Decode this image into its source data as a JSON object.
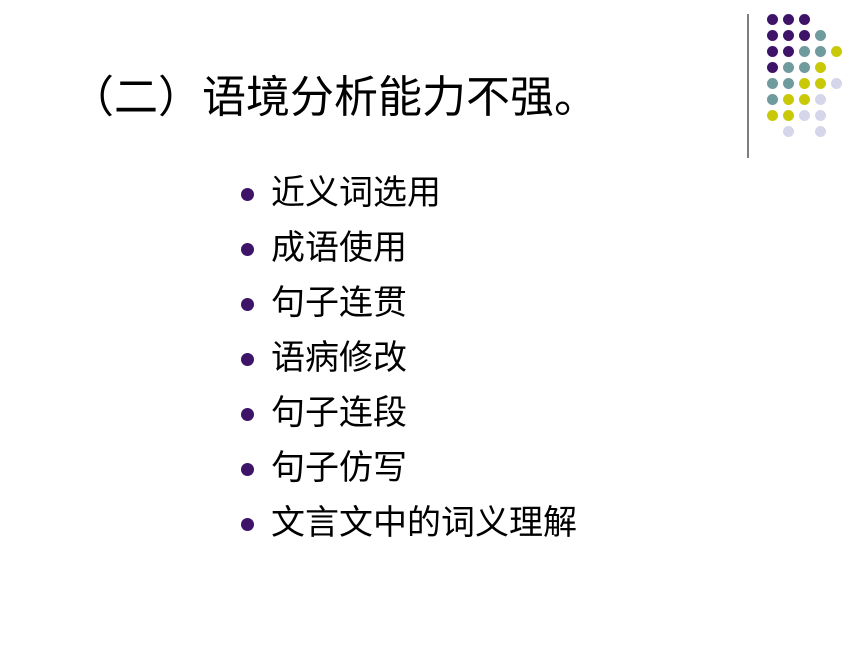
{
  "slide": {
    "title": "（二）语境分析能力不强。",
    "bullets": [
      "近义词选用",
      "成语使用",
      "句子连贯",
      "语病修改",
      "句子连段",
      "句子仿写",
      "文言文中的词义理解"
    ]
  },
  "colors": {
    "bullet": "#3d1468",
    "purple": "#3d1468",
    "teal": "#6f9a9e",
    "yellow": "#c9c90a",
    "lavender": "#d6d6ea",
    "divider": "#7f7f7f"
  },
  "decoration": {
    "dot_grid": [
      [
        "purple",
        "purple",
        "purple",
        "",
        ""
      ],
      [
        "purple",
        "purple",
        "purple",
        "teal",
        ""
      ],
      [
        "purple",
        "purple",
        "teal",
        "teal",
        "yellow"
      ],
      [
        "purple",
        "teal",
        "teal",
        "yellow",
        ""
      ],
      [
        "teal",
        "teal",
        "yellow",
        "yellow",
        "lavender"
      ],
      [
        "teal",
        "yellow",
        "yellow",
        "lavender",
        ""
      ],
      [
        "yellow",
        "yellow",
        "lavender",
        "lavender",
        ""
      ],
      [
        "",
        "lavender",
        "",
        "lavender",
        ""
      ]
    ]
  }
}
